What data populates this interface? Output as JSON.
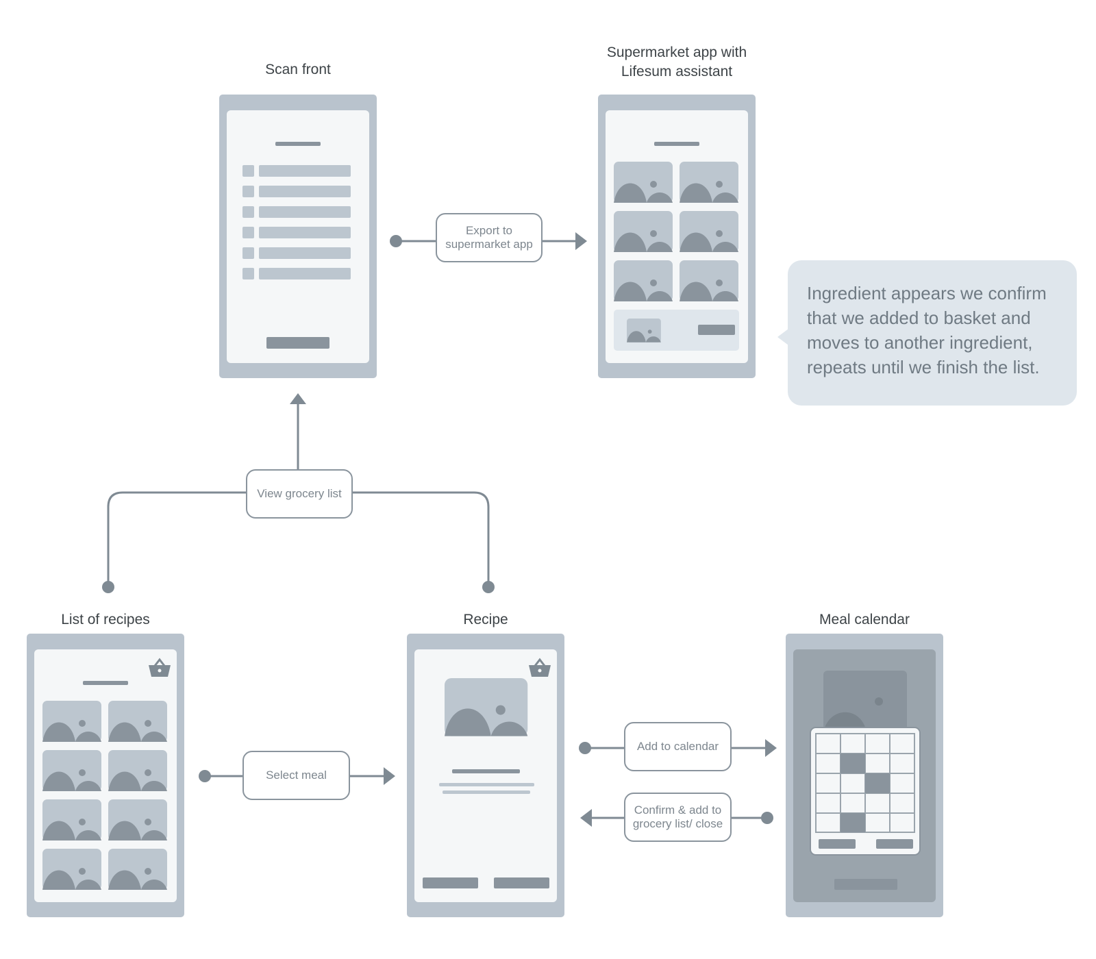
{
  "screens": {
    "scan_front": {
      "title": "Scan front"
    },
    "supermarket": {
      "title": "Supermarket app with\nLifesum assistant"
    },
    "list_of_recipes": {
      "title": "List of recipes"
    },
    "recipe": {
      "title": "Recipe"
    },
    "meal_calendar": {
      "title": "Meal calendar"
    }
  },
  "flows": {
    "export": "Export to\nsupermarket app",
    "view_grocery": "View grocery list",
    "select_meal": "Select meal",
    "add_calendar": "Add to calendar",
    "confirm": "Confirm & add to\ngrocery list/ close"
  },
  "note": {
    "text": "Ingredient appears we confirm that we added to basket and moves to another ingredient, repeats until we finish the list."
  },
  "icons": {
    "basket": "basket-icon",
    "image": "image-placeholder-icon"
  },
  "colors": {
    "frame": "#b9c3cd",
    "screen": "#f5f7f8",
    "block": "#bcc6cf",
    "dark": "#8a949d",
    "connector": "#7f8a93",
    "label_border": "#8a949d",
    "note_bg": "#dfe6ec",
    "note_text": "#6f7a83"
  }
}
